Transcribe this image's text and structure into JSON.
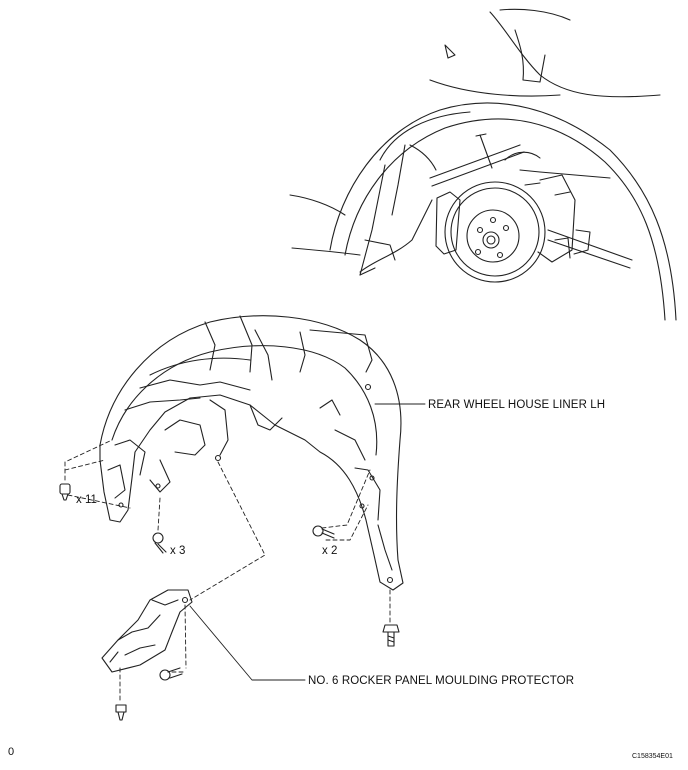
{
  "labels": {
    "liner": "REAR WHEEL HOUSE LINER LH",
    "protector": "NO. 6 ROCKER PANEL MOULDING PROTECTOR"
  },
  "quantities": {
    "clips": "x 11",
    "screws_left": "x 3",
    "bolts_right": "x 2"
  },
  "figure_ref": "C158354E01",
  "corner_mark": "0"
}
